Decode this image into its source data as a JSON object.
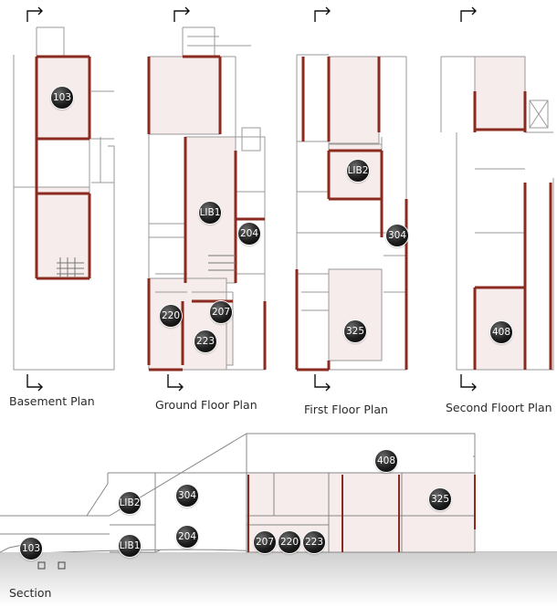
{
  "labels": {
    "basement": "Basement Plan",
    "ground": "Ground Floor Plan",
    "first": "First Floor Plan",
    "second": "Second Floort Plan",
    "section": "Section"
  },
  "rooms": {
    "basement_103": "103",
    "ground_lib1": "LIB1",
    "ground_204": "204",
    "ground_220": "220",
    "ground_207": "207",
    "ground_223": "223",
    "first_lib2": "LIB2",
    "first_304": "304",
    "first_325": "325",
    "second_408": "408",
    "section_408": "408",
    "section_lib2": "LIB2",
    "section_304": "304",
    "section_325": "325",
    "section_lib1": "LIB1",
    "section_204": "204",
    "section_207": "207",
    "section_220": "220",
    "section_223": "223",
    "section_103": "103"
  },
  "colors": {
    "wall": "#8b2a1e",
    "room_fill": "#f7e9e6",
    "line": "#9a9a9a",
    "badge": "#111111"
  }
}
